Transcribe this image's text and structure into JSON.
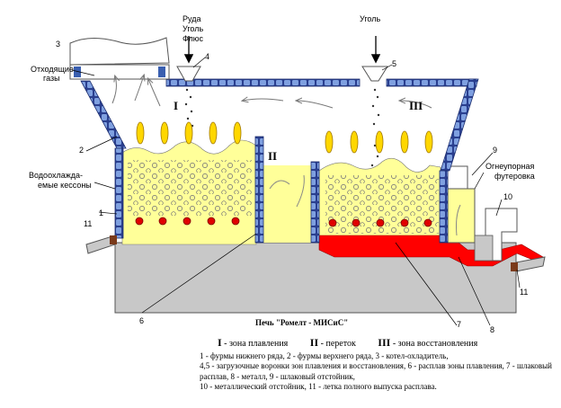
{
  "labels": {
    "ore_input": [
      "Руда",
      "Уголь",
      "Флюс"
    ],
    "coal_input": "Уголь",
    "offgas": [
      "Отходящие",
      "газы"
    ],
    "cooled_caissons": [
      "Водоохлажда-",
      "емые кессоны"
    ],
    "refractory": [
      "Огнеупорная",
      "футеровка"
    ],
    "num_1": "1",
    "num_2": "2",
    "num_3": "3",
    "num_4": "4",
    "num_5": "5",
    "num_6": "6",
    "num_7": "7",
    "num_8": "8",
    "num_9": "9",
    "num_10": "10",
    "num_11a": "11",
    "num_11b": "11",
    "zone_I": "I",
    "zone_II": "II",
    "zone_III": "III"
  },
  "caption": "Печь \"Ромелт - МИСиС\"",
  "legend": {
    "z1_num": "I",
    "z1_text": " - зона плавления",
    "z2_num": "II",
    "z2_text": " - переток",
    "z3_num": "III",
    "z3_text": " - зона восстановления",
    "text": "1 - фурмы нижнего ряда,  2 - фурмы верхнего ряда, 3 - котел-охладитель,\n4,5 - загрузочные воронки зон плавления и восстановления, 6 - расплав зоны плавления, 7 - шлаковый расплав, 8 - металл, 9 - шлаковый отстойник,\n10 - металлический отстойник, 11 - летка полного выпуска расплава."
  },
  "colors": {
    "melt": "#ffff99",
    "metal": "#ff0000",
    "hearth": "#c8c8c8",
    "caisson": "#3a5fb0",
    "tuyere": "#ffd700"
  }
}
